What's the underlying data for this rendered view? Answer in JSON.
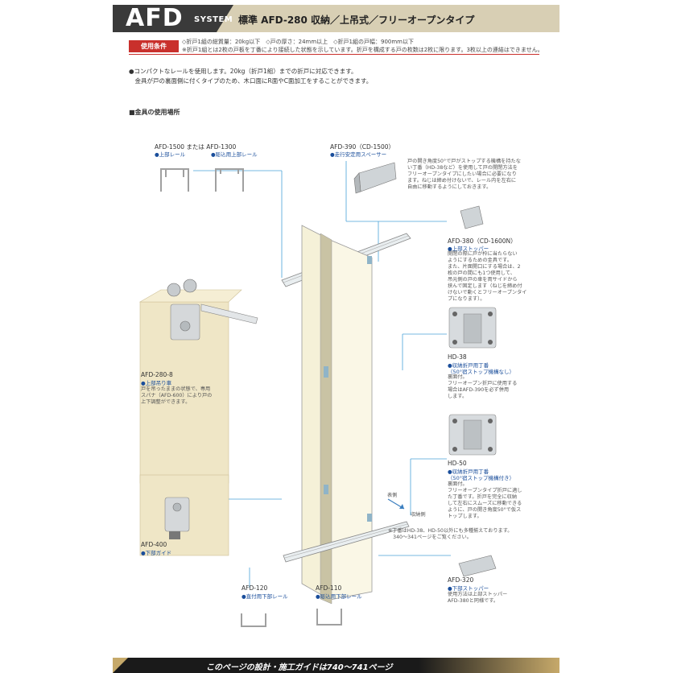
{
  "header": {
    "brand": "AFD",
    "system": "SYSTEM",
    "title": "標準 AFD-280 収納／上吊式／フリーオープンタイプ"
  },
  "conditions": {
    "badge": "使用条件",
    "line1": "◇折戸1組の総質量：20kg以下　◇戸の厚さ：24mm以上　◇折戸1組の戸幅：900mm以下",
    "line2": "※折戸1組とは2枚の戸板を丁番により接続した状態を示しています。折戸を構成する戸の枚数は2枚に限ります。3枚以上の連結はできません。"
  },
  "intro": {
    "line1": "●コンパクトなレールを使用します。20kg（折戸1組）までの折戸に対応できます。",
    "line2": "　金具が戸の裏面側に付くタイプのため、木口面にR面やC面加工をすることができます。"
  },
  "section_title": "■金具の使用場所",
  "parts": {
    "rail_top": {
      "name": "AFD-1500 または AFD-1300",
      "desc1": "●上部レール",
      "desc2": "●彫込用上部レール"
    },
    "spacer": {
      "name": "AFD-390（CD-1500）",
      "desc": "●走行安定用スペーサー",
      "note": [
        "戸の開き角度50°で戸がストップする機構を持たな",
        "い丁番（HD-38など）を使用して戸の開閉方法を",
        "フリーオープンタイプにしたい場合に必要になり",
        "ます。ねじは締め付けないで、レール内を左右に",
        "自由に移動するようにしておきます。"
      ]
    },
    "top_stopper": {
      "name": "AFD-380（CD-1600N）",
      "desc": "●上部ストッパー",
      "note": [
        "開閉の際に戸が枠に当たらない",
        "ようにするための金具です。",
        "また、片面開口にする場合は、2",
        "枚の戸の間にも1つ使用して、",
        "吊元側の戸の車を両サイドから",
        "挟んで固定します（ねじを締め付",
        "けないで動くとフリーオープンタイ",
        "プになります）。"
      ]
    },
    "hd38": {
      "name": "HD-38",
      "desc1": "●収納折戸用丁番",
      "desc2": "（50°宿ストップ機構なし）",
      "note": [
        "裏面付。",
        "フリーオープン折戸に使用する",
        "場合はAFD-390を必ず併用",
        "します。"
      ]
    },
    "hd50": {
      "name": "HD-50",
      "desc1": "●収納折戸用丁番",
      "desc2": "（50°宿ストップ機構付き）",
      "note": [
        "裏面付。",
        "フリーオープンタイプ折戸に適し",
        "た丁番です。折戸を完全に収納",
        "して左右にスムーズに移動できる",
        "ように、戸の開き角度50°で仮ス",
        "トップします。"
      ]
    },
    "roller": {
      "name": "AFD-280-8",
      "desc": "●上部吊り車",
      "note": [
        "戸を吊ったままの状態で、専用",
        "スパナ（AFD-600）により戸の",
        "上下調整ができます。"
      ]
    },
    "bottom_guide": {
      "name": "AFD-400",
      "desc": "●下部ガイド"
    },
    "rail_bottom1": {
      "name": "AFD-120",
      "desc": "●直付用下部レール"
    },
    "rail_bottom2": {
      "name": "AFD-110",
      "desc": "●彫込用下部レール"
    },
    "bottom_stopper": {
      "name": "AFD-320",
      "desc": "●下部ストッパー",
      "note": [
        "使用方法は上部ストッパー",
        "AFD-380と同様です。"
      ]
    }
  },
  "diagram": {
    "front_label": "表側",
    "storage_label": "収納側",
    "hinge_note1": "※丁番はHD-38、HD-50以外にも多種揃えております。",
    "hinge_note2": "　340～341ページをご覧ください。"
  },
  "footer": {
    "text": "このページの設計・施工ガイドは740～741ページ"
  }
}
